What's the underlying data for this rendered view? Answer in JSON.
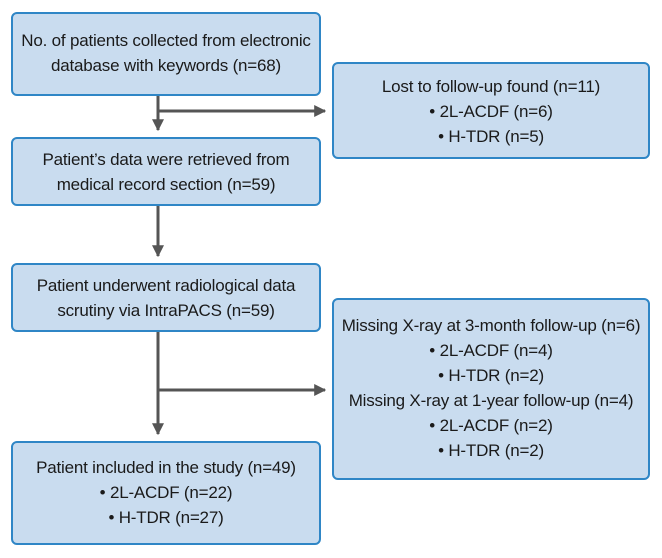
{
  "boxes": {
    "collected": {
      "lines": [
        "No. of patients collected from electronic",
        "database with keywords (n=68)"
      ]
    },
    "lost": {
      "title": "Lost to follow-up found (n=11)",
      "items": [
        "2L-ACDF (n=6)",
        "H-TDR (n=5)"
      ]
    },
    "retrieved": {
      "lines": [
        "Patient’s data were retrieved from",
        "medical record section (n=59)"
      ]
    },
    "scrutiny": {
      "lines": [
        "Patient underwent radiological data",
        "scrutiny via IntraPACS (n=59)"
      ]
    },
    "missing": {
      "group1_title": "Missing X-ray at 3-month follow-up (n=6)",
      "group1_items": [
        "2L-ACDF (n=4)",
        "H-TDR (n=2)"
      ],
      "group2_title": "Missing X-ray at 1-year follow-up (n=4)",
      "group2_items": [
        "2L-ACDF (n=2)",
        "H-TDR (n=2)"
      ]
    },
    "included": {
      "title": "Patient included in the study (n=49)",
      "items": [
        "2L-ACDF (n=22)",
        "H-TDR (n=27)"
      ]
    }
  },
  "colors": {
    "box_fill": "#c9dcef",
    "box_border": "#2f86c6",
    "arrow": "#555555"
  }
}
